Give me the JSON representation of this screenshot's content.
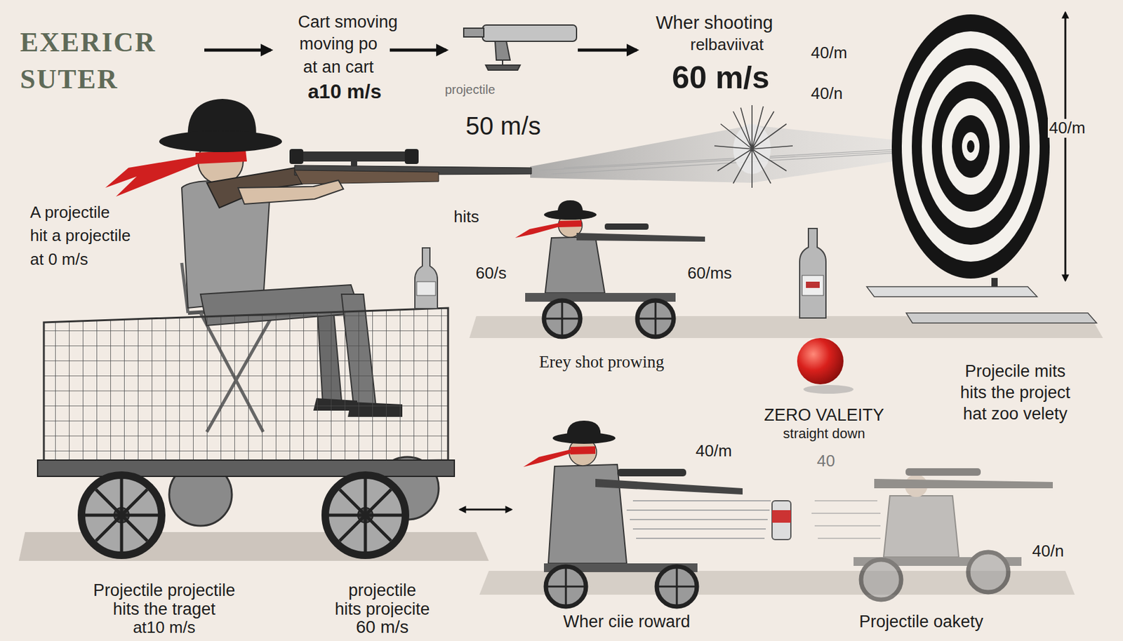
{
  "diagram": {
    "title": "EXERICR SUTER",
    "labels": [
      "Cart smoving",
      "moving po",
      "at an cart",
      "a10 m/s",
      "projectile",
      "50 m/s",
      "Wher shooting",
      "relbaviivat",
      "60 m/s",
      "40/m",
      "40/n",
      "40/m",
      "A projectile",
      "hit a projectile",
      "at 0 m/s",
      "hits",
      "60/s",
      "60/ms",
      "Erey shot prowing",
      "ZERO VALEITY",
      "straight down",
      "40",
      "Projecile mits",
      "hits the project",
      "hat zoo velety",
      "40/m",
      "40/n",
      "Projectile projectile",
      "hits the traget",
      "at10 m/s",
      "projectile",
      "hits projecite",
      "60 m/s",
      "Wher ciie roward",
      "Projectile oakety"
    ]
  }
}
